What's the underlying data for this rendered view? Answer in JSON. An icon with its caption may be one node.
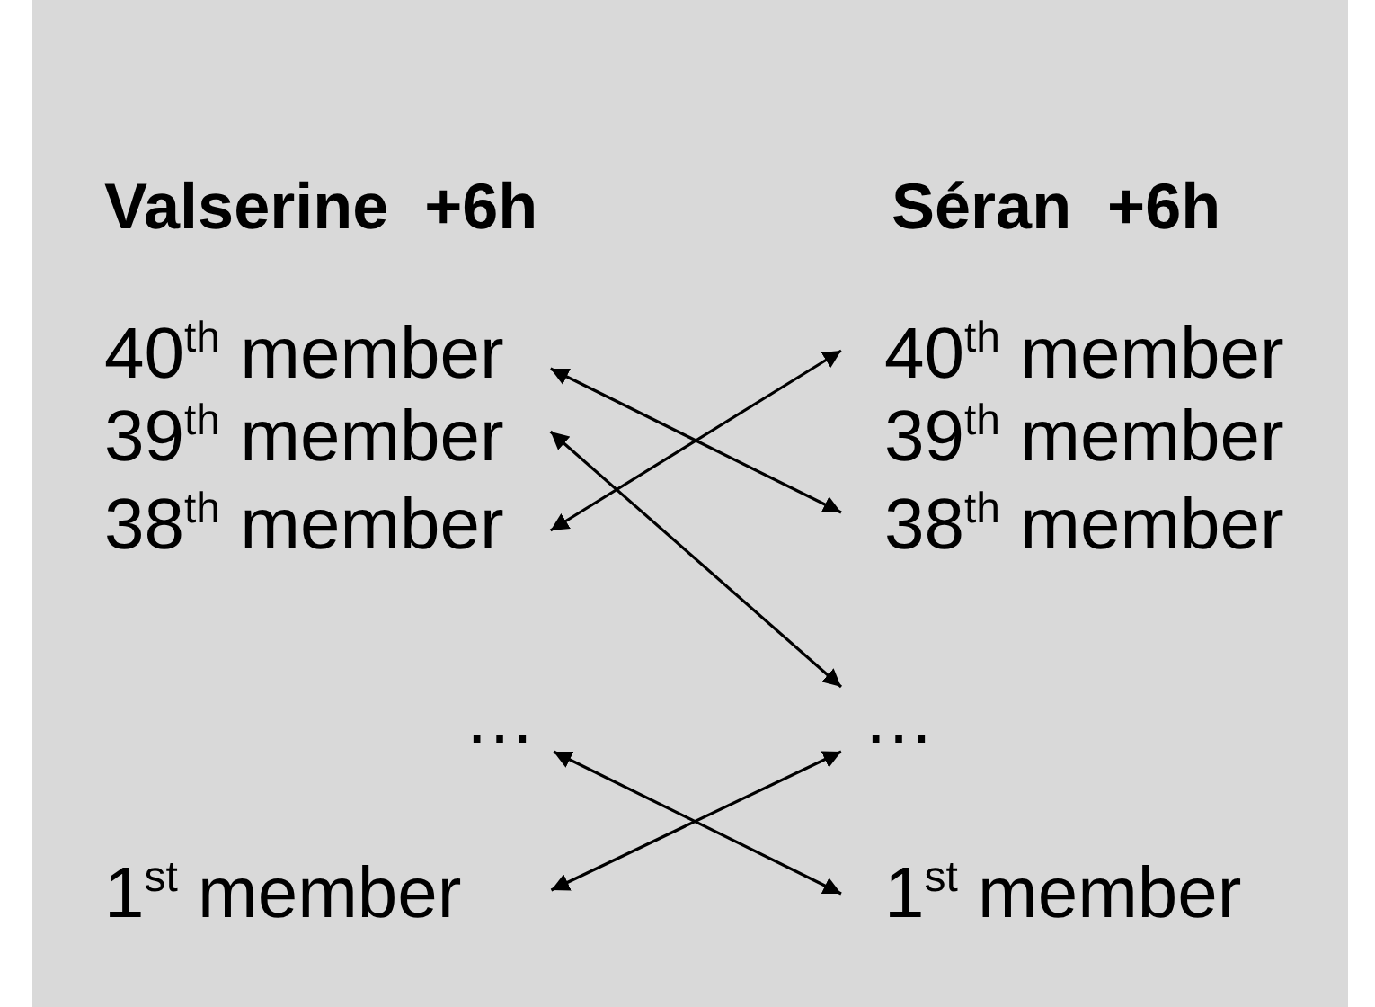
{
  "diagram": {
    "nodes": [
      {
        "text": [
          "40$^{th}$ member"
        ]
      },
      {
        "text": [
          "39$^{th}$ member"
        ]
      },
      {
        "text": [
          "38$^{th}$ member"
        ]
      },
      {
        "text": [
          "…"
        ]
      },
      {
        "text": [
          "1$^{st}$ member"
        ]
      },
      {
        "text": [
          "40$^{th}$ member"
        ]
      },
      {
        "text": [
          "39$^{th}$ member"
        ]
      },
      {
        "text": [
          "38$^{th}$ member"
        ]
      },
      {
        "text": [
          "…"
        ]
      },
      {
        "text": [
          "1$^{st}$ member"
        ]
      }
    ],
    "edges": [
      {
        "from": 0,
        "to": 7,
        "arrow": "both"
      },
      {
        "from": 2,
        "to": 5,
        "arrow": "both"
      },
      {
        "from": 1,
        "to": 8,
        "arrow": "both"
      },
      {
        "from": 3,
        "to": 9,
        "arrow": "both"
      },
      {
        "from": 4,
        "to": 8,
        "arrow": "both"
      }
    ],
    "labels": [
      "Valserine  +6h",
      "Séran  +6h"
    ]
  }
}
